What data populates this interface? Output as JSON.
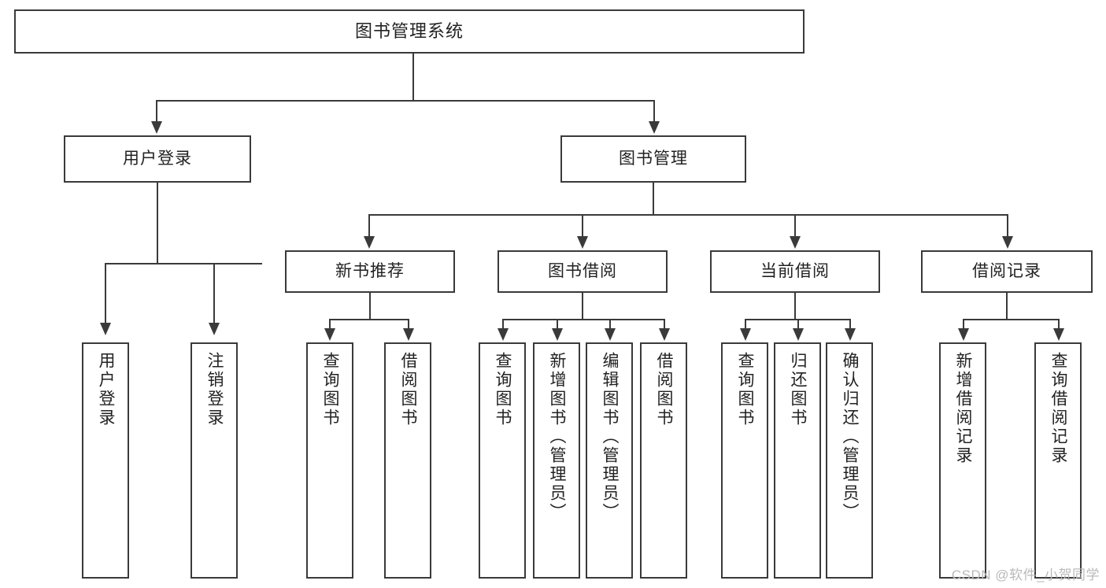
{
  "diagram": {
    "title": "图书管理系统",
    "type": "tree",
    "watermark": "CSDN @软件_小贺同学",
    "root": {
      "label": "图书管理系统"
    },
    "level2": [
      {
        "label": "用户登录"
      },
      {
        "label": "图书管理"
      }
    ],
    "level3": [
      {
        "label": "新书推荐"
      },
      {
        "label": "图书借阅"
      },
      {
        "label": "当前借阅"
      },
      {
        "label": "借阅记录"
      }
    ],
    "leaves": {
      "user_login": [
        {
          "label": "用户登录"
        },
        {
          "label": "注销登录"
        }
      ],
      "new_book_recommend": [
        {
          "label": "查询图书"
        },
        {
          "label": "借阅图书"
        }
      ],
      "book_borrow": [
        {
          "label": "查询图书"
        },
        {
          "label": "新增图书（管理员）"
        },
        {
          "label": "编辑图书（管理员）"
        },
        {
          "label": "借阅图书"
        }
      ],
      "current_borrow": [
        {
          "label": "查询图书"
        },
        {
          "label": "归还图书"
        },
        {
          "label": "确认归还（管理员）"
        }
      ],
      "borrow_record": [
        {
          "label": "新增借阅记录"
        },
        {
          "label": "查询借阅记录"
        }
      ]
    },
    "colors": {
      "stroke": "#3a3a3a",
      "fill": "#ffffff",
      "text": "#222222",
      "watermark": "#b9b9b9"
    }
  }
}
